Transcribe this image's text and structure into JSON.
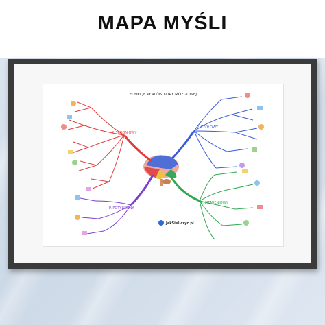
{
  "page": {
    "title": "MAPA MYŚLI"
  },
  "poster": {
    "title": "FUNKCJE PŁATÓW KORY MÓZGOWEJ",
    "center_label": "",
    "brand": "JakSieUczyc.pl",
    "branches": {
      "left_top": {
        "label": "P. SKRONIOWY",
        "color": "#e23b3b"
      },
      "right_top": {
        "label": "P. CZOŁOWY",
        "color": "#3b5bdb"
      },
      "left_bottom": {
        "label": "P. POTYLICZNY",
        "color": "#7b3fd1"
      },
      "right_bottom": {
        "label": "P. CIEMIENIOWY",
        "color": "#2fa84f"
      }
    }
  }
}
